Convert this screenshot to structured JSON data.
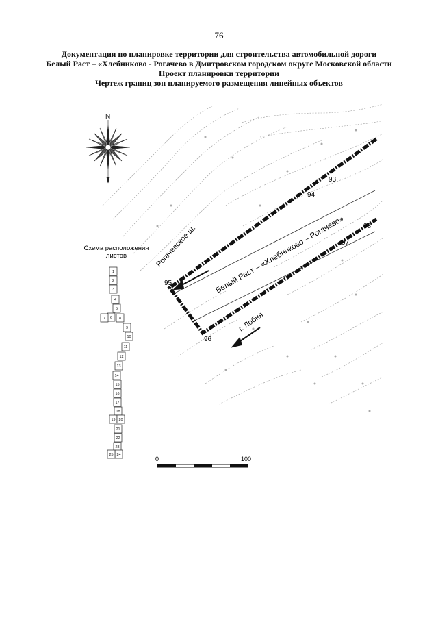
{
  "page_number": "76",
  "title_lines": [
    "Документация по планировке территории для строительства автомобильной дороги",
    "Белый Раст – «Хлебниково - Рогачево в Дмитровском городском округе Московской области",
    "Проект планировки территории",
    "Чертеж границ зон планируемого размещения линейных объектов"
  ],
  "compass": {
    "north_label": "N"
  },
  "road_labels": {
    "main": "Белый Раст – «Хлебниково – Рогачево»",
    "rogachevskoe": "Рогачевское ш.",
    "lobnya": "г. Лобня"
  },
  "boundary_points": [
    "93",
    "94",
    "95",
    "96",
    "97",
    "98"
  ],
  "schema": {
    "title_line1": "Схема расположения",
    "title_line2": "листов",
    "sheets": [
      "1",
      "2",
      "3",
      "4",
      "5",
      "6",
      "7",
      "8",
      "9",
      "10",
      "11",
      "12",
      "13",
      "14",
      "15",
      "16",
      "17",
      "18",
      "19",
      "20",
      "21",
      "22",
      "23",
      "24",
      "25"
    ]
  },
  "scale": {
    "start": "0",
    "end": "100"
  }
}
